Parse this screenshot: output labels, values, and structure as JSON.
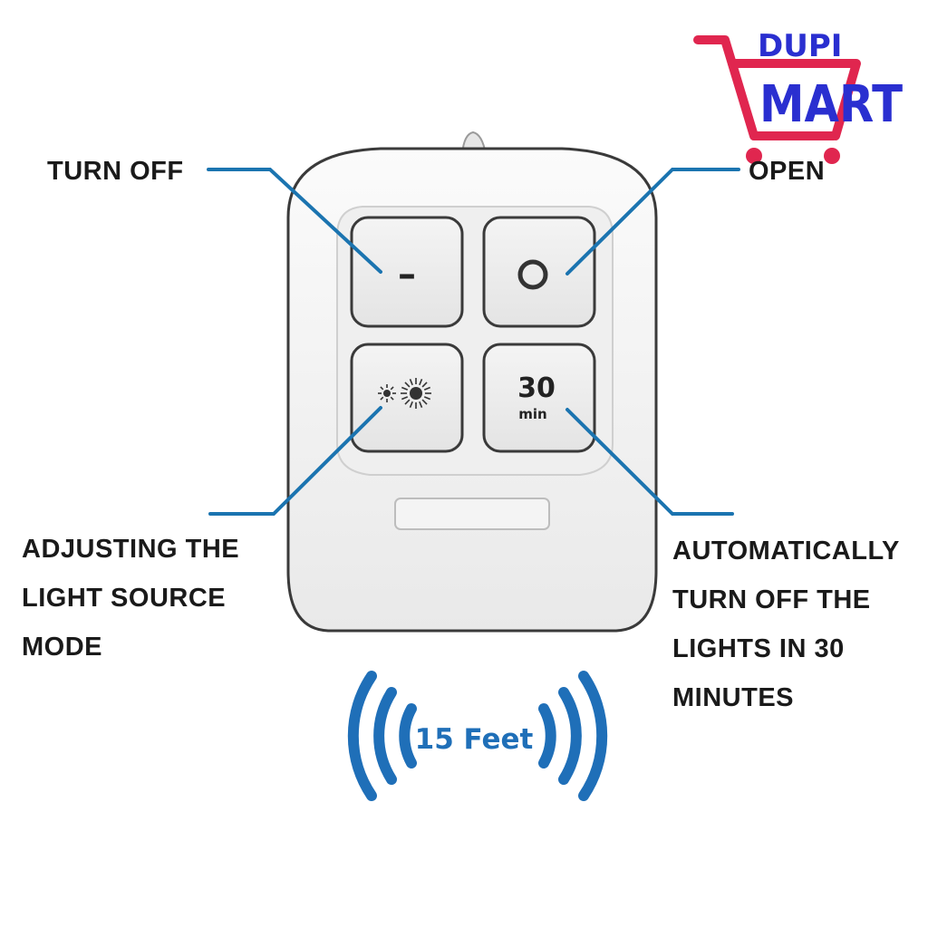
{
  "brand": {
    "name_top": "DUPI",
    "name_bottom": "MART",
    "cart_color": "#e0264f",
    "text_color": "#2a2fd0"
  },
  "callouts": {
    "turn_off": "TURN OFF",
    "open": "OPEN",
    "adjust": [
      "ADJUSTING THE",
      "LIGHT SOURCE",
      "MODE"
    ],
    "auto": [
      "AUTOMATICALLY",
      "TURN OFF THE",
      "LIGHTS IN 30",
      "MINUTES"
    ]
  },
  "buttons": {
    "off_symbol": "–",
    "on_symbol": "O",
    "timer_value": "30",
    "timer_unit": "min"
  },
  "range": {
    "label": "15 Feet",
    "color": "#1f6fb8"
  },
  "colors": {
    "leader_line": "#1b74b0",
    "remote_body": "#f7f7f7",
    "remote_outline": "#3a3a3a"
  }
}
